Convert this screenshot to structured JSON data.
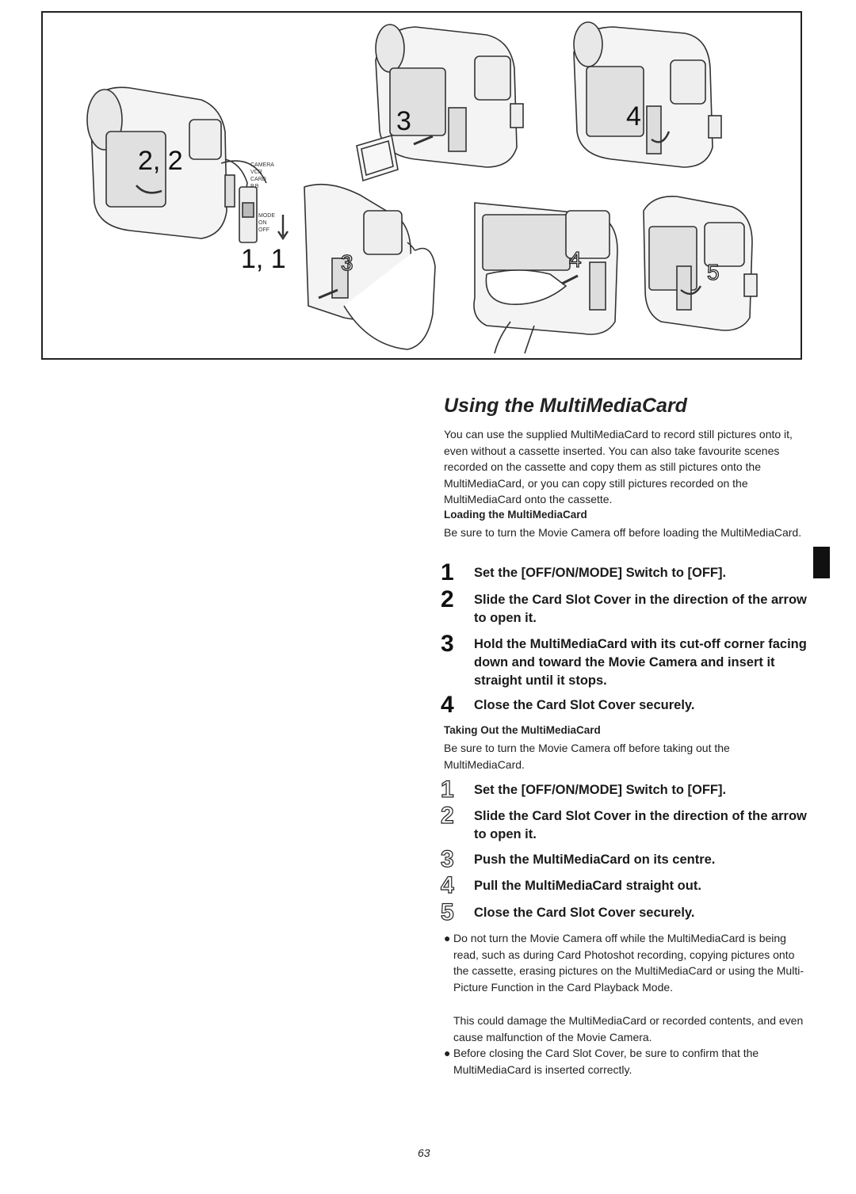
{
  "figure": {
    "labels": {
      "step_2_pair": "2, 2",
      "step_1_pair": "1, 1",
      "step_3": "3",
      "step_4": "4",
      "out_step_3": "3",
      "out_step_4": "4",
      "out_step_5": "5"
    },
    "switch_labels": {
      "camera": "CAMERA",
      "vcr": "VCR",
      "card": "CARD",
      "ps": "P.B",
      "mode": "MODE",
      "on": "ON",
      "off": "OFF"
    }
  },
  "section": {
    "title": "Using the MultiMediaCard",
    "intro": "You can use the supplied MultiMediaCard to record still pictures onto it, even without a cassette inserted. You can also take favourite scenes recorded on the cassette and copy them as still pictures onto the MultiMediaCard, or you can copy still pictures recorded on the MultiMediaCard onto the cassette.",
    "loading": {
      "heading": "Loading the MultiMediaCard",
      "note": "Be sure to turn the Movie Camera off before loading the MultiMediaCard.",
      "steps": [
        {
          "num": "1",
          "text": "Set the [OFF/ON/MODE] Switch to [OFF]."
        },
        {
          "num": "2",
          "text": "Slide the Card Slot Cover in the direction of the arrow to open it."
        },
        {
          "num": "3",
          "text": "Hold the MultiMediaCard with its cut-off corner facing down and toward the Movie Camera and insert it straight until it stops."
        },
        {
          "num": "4",
          "text": "Close the Card Slot Cover securely."
        }
      ]
    },
    "taking_out": {
      "heading": "Taking Out the MultiMediaCard",
      "note": "Be sure to turn the Movie Camera off before taking out the MultiMediaCard.",
      "steps": [
        {
          "num": "1",
          "text": "Set the [OFF/ON/MODE] Switch to [OFF]."
        },
        {
          "num": "2",
          "text": "Slide the Card Slot Cover in the direction of the arrow to open it."
        },
        {
          "num": "3",
          "text": "Push the MultiMediaCard on its centre."
        },
        {
          "num": "4",
          "text": "Pull the MultiMediaCard straight out."
        },
        {
          "num": "5",
          "text": "Close the Card Slot Cover securely."
        }
      ]
    },
    "notes": [
      {
        "mark": "●",
        "text": "Do not turn the Movie Camera off while the MultiMediaCard is being read, such as during Card Photoshot recording, copying pictures onto the cassette, erasing pictures on the MultiMediaCard or using the Multi-Picture Function in the Card Playback Mode."
      },
      {
        "continuation": "This could damage the MultiMediaCard or recorded contents, and even cause malfunction of the Movie Camera."
      },
      {
        "mark": "●",
        "text": "Before closing the Card Slot Cover, be sure to confirm that the MultiMediaCard is inserted correctly."
      }
    ]
  },
  "page_number": "63"
}
